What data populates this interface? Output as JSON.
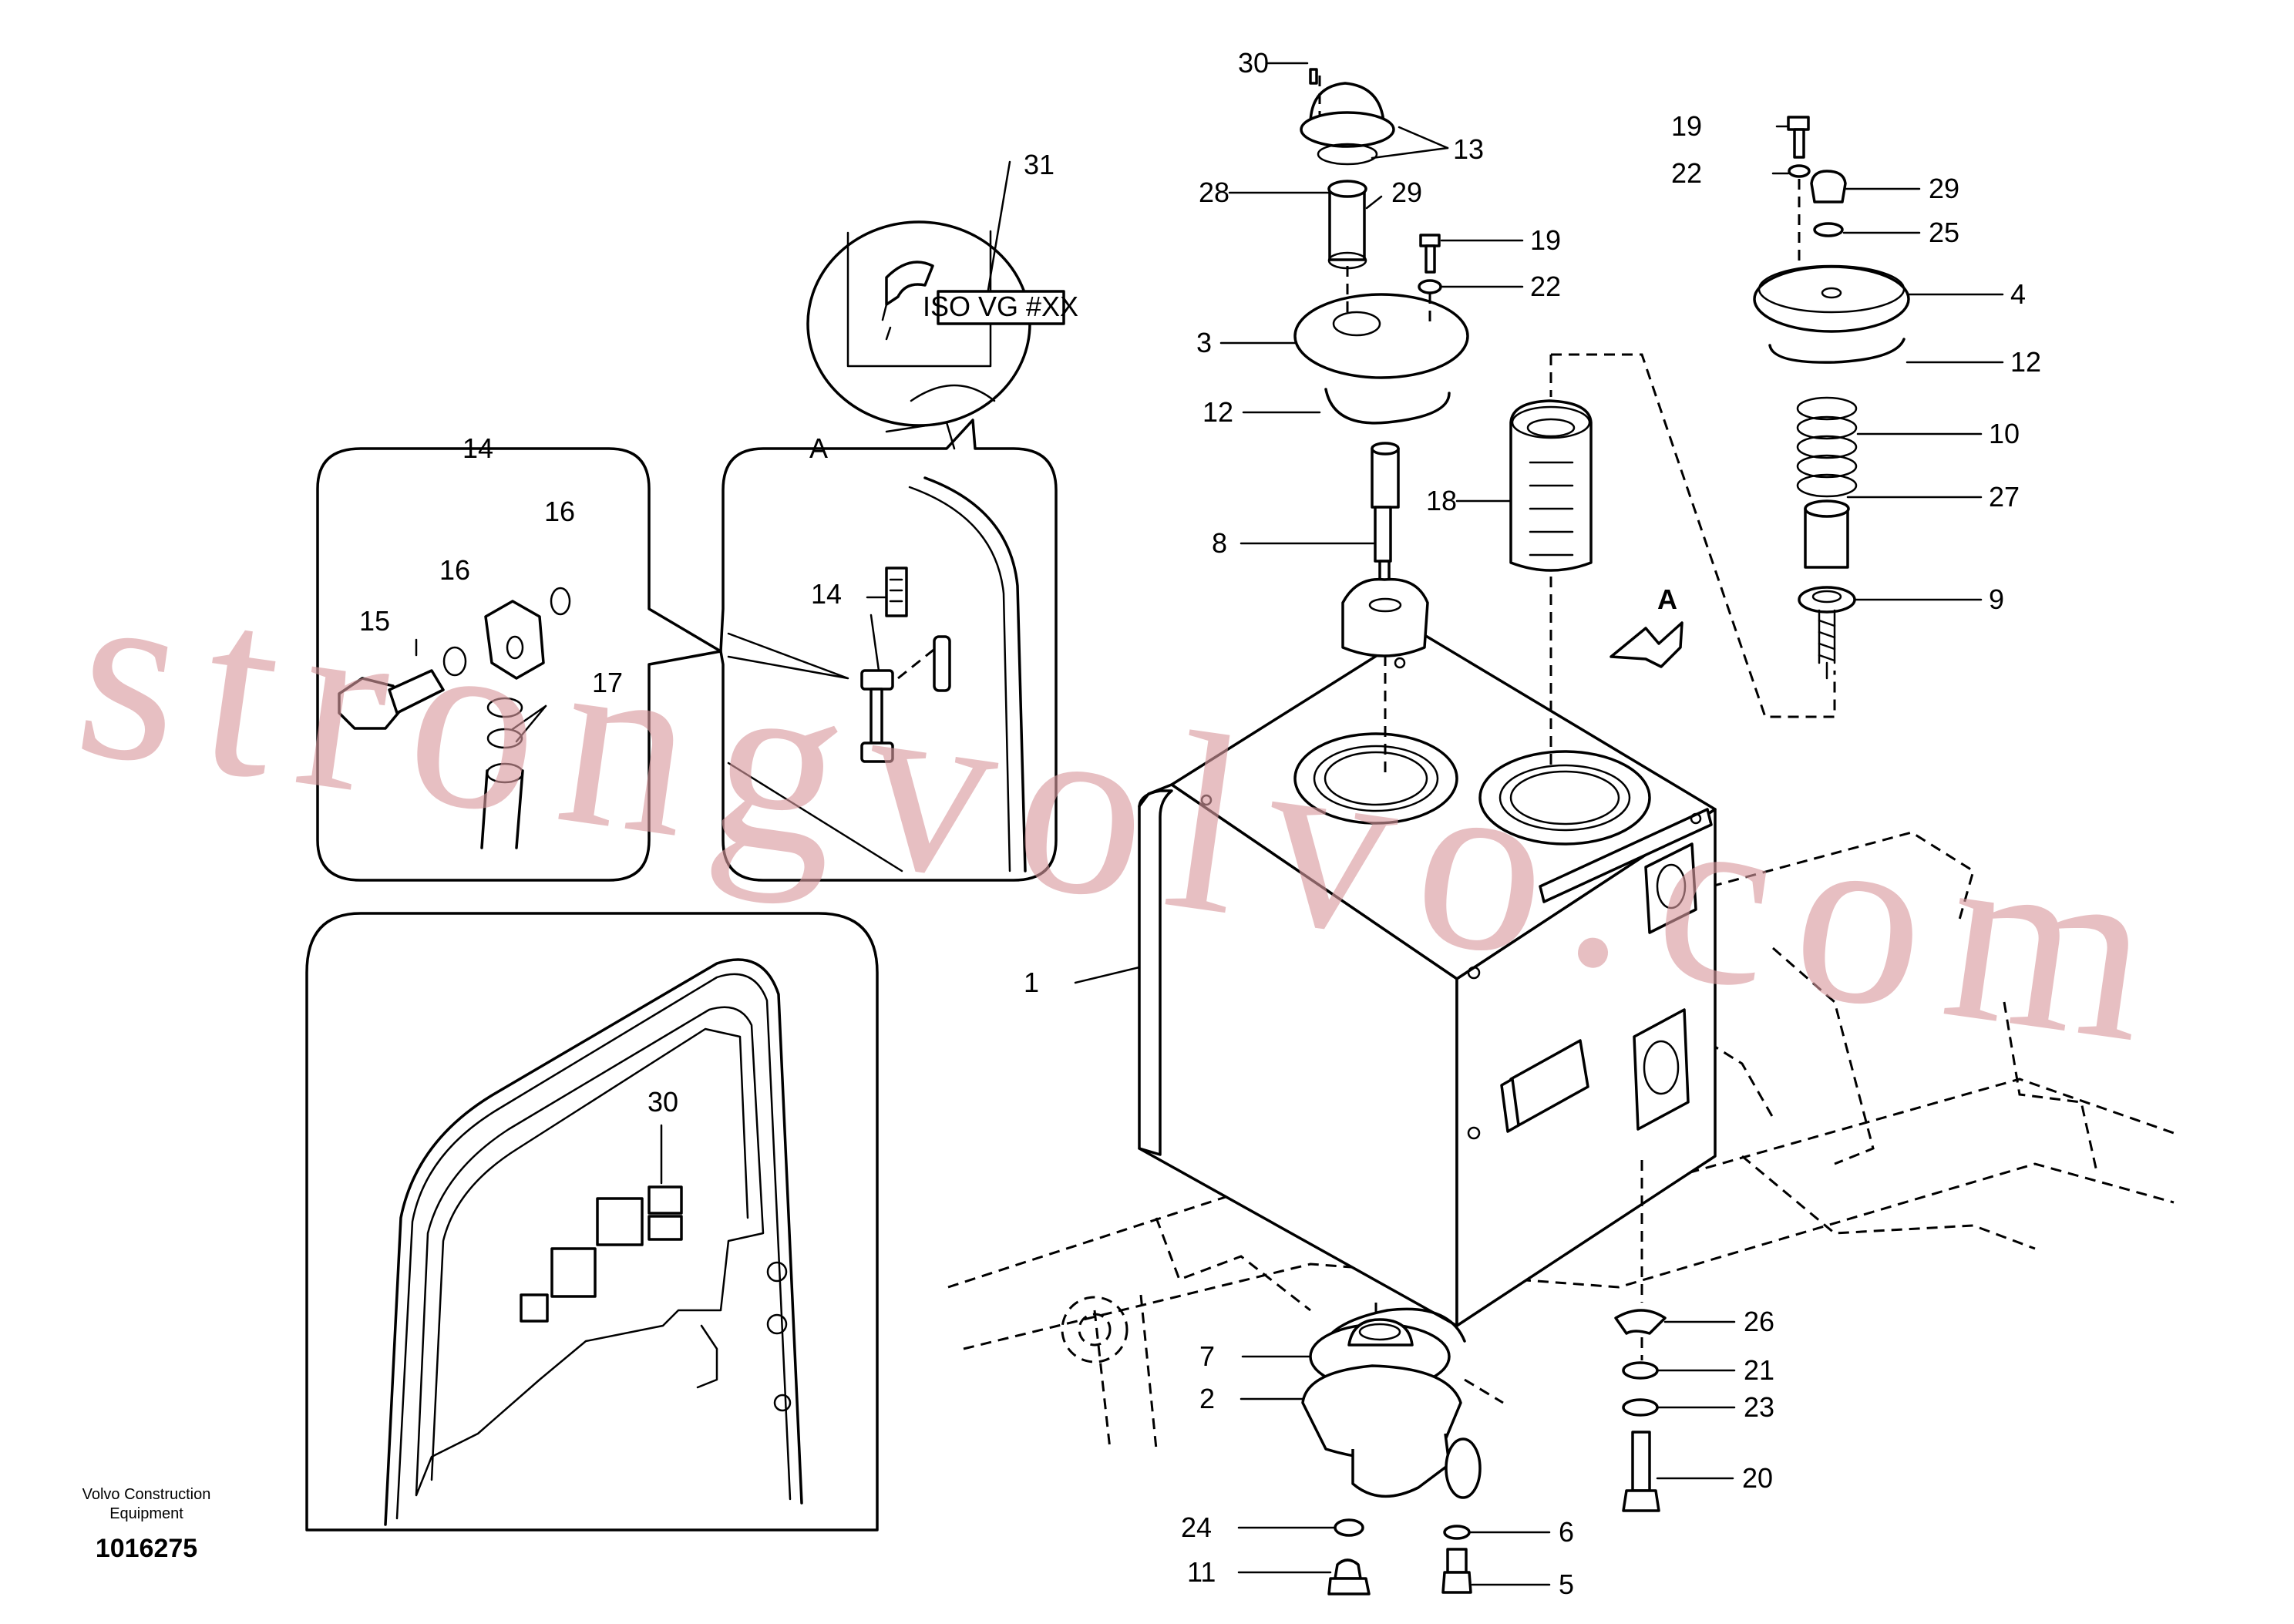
{
  "watermark": "strongvolvo.com",
  "footer": {
    "company_line1": "Volvo Construction",
    "company_line2": "Equipment",
    "drawing_number": "1016275"
  },
  "detail": {
    "view_label": "A",
    "view_arrow_label": "A",
    "decal_text": "ISO VG #XX"
  },
  "callouts": {
    "c30_top": "30",
    "c13": "13",
    "c28": "28",
    "c29_mid": "29",
    "c19_mid": "19",
    "c22_mid": "22",
    "c3": "3",
    "c12_mid": "12",
    "c8": "8",
    "c18": "18",
    "c19_r": "19",
    "c22_r": "22",
    "c29_r": "29",
    "c25": "25",
    "c4": "4",
    "c12_r": "12",
    "c10": "10",
    "c27": "27",
    "c9": "9",
    "c31": "31",
    "c14_box": "14",
    "c16_a": "16",
    "c16_b": "16",
    "c15": "15",
    "c17": "17",
    "c14_a": "14",
    "c30_door": "30",
    "c1": "1",
    "c26": "26",
    "c21": "21",
    "c23": "23",
    "c20": "20",
    "c7": "7",
    "c2": "2",
    "c24": "24",
    "c6": "6",
    "c11": "11",
    "c5": "5"
  }
}
